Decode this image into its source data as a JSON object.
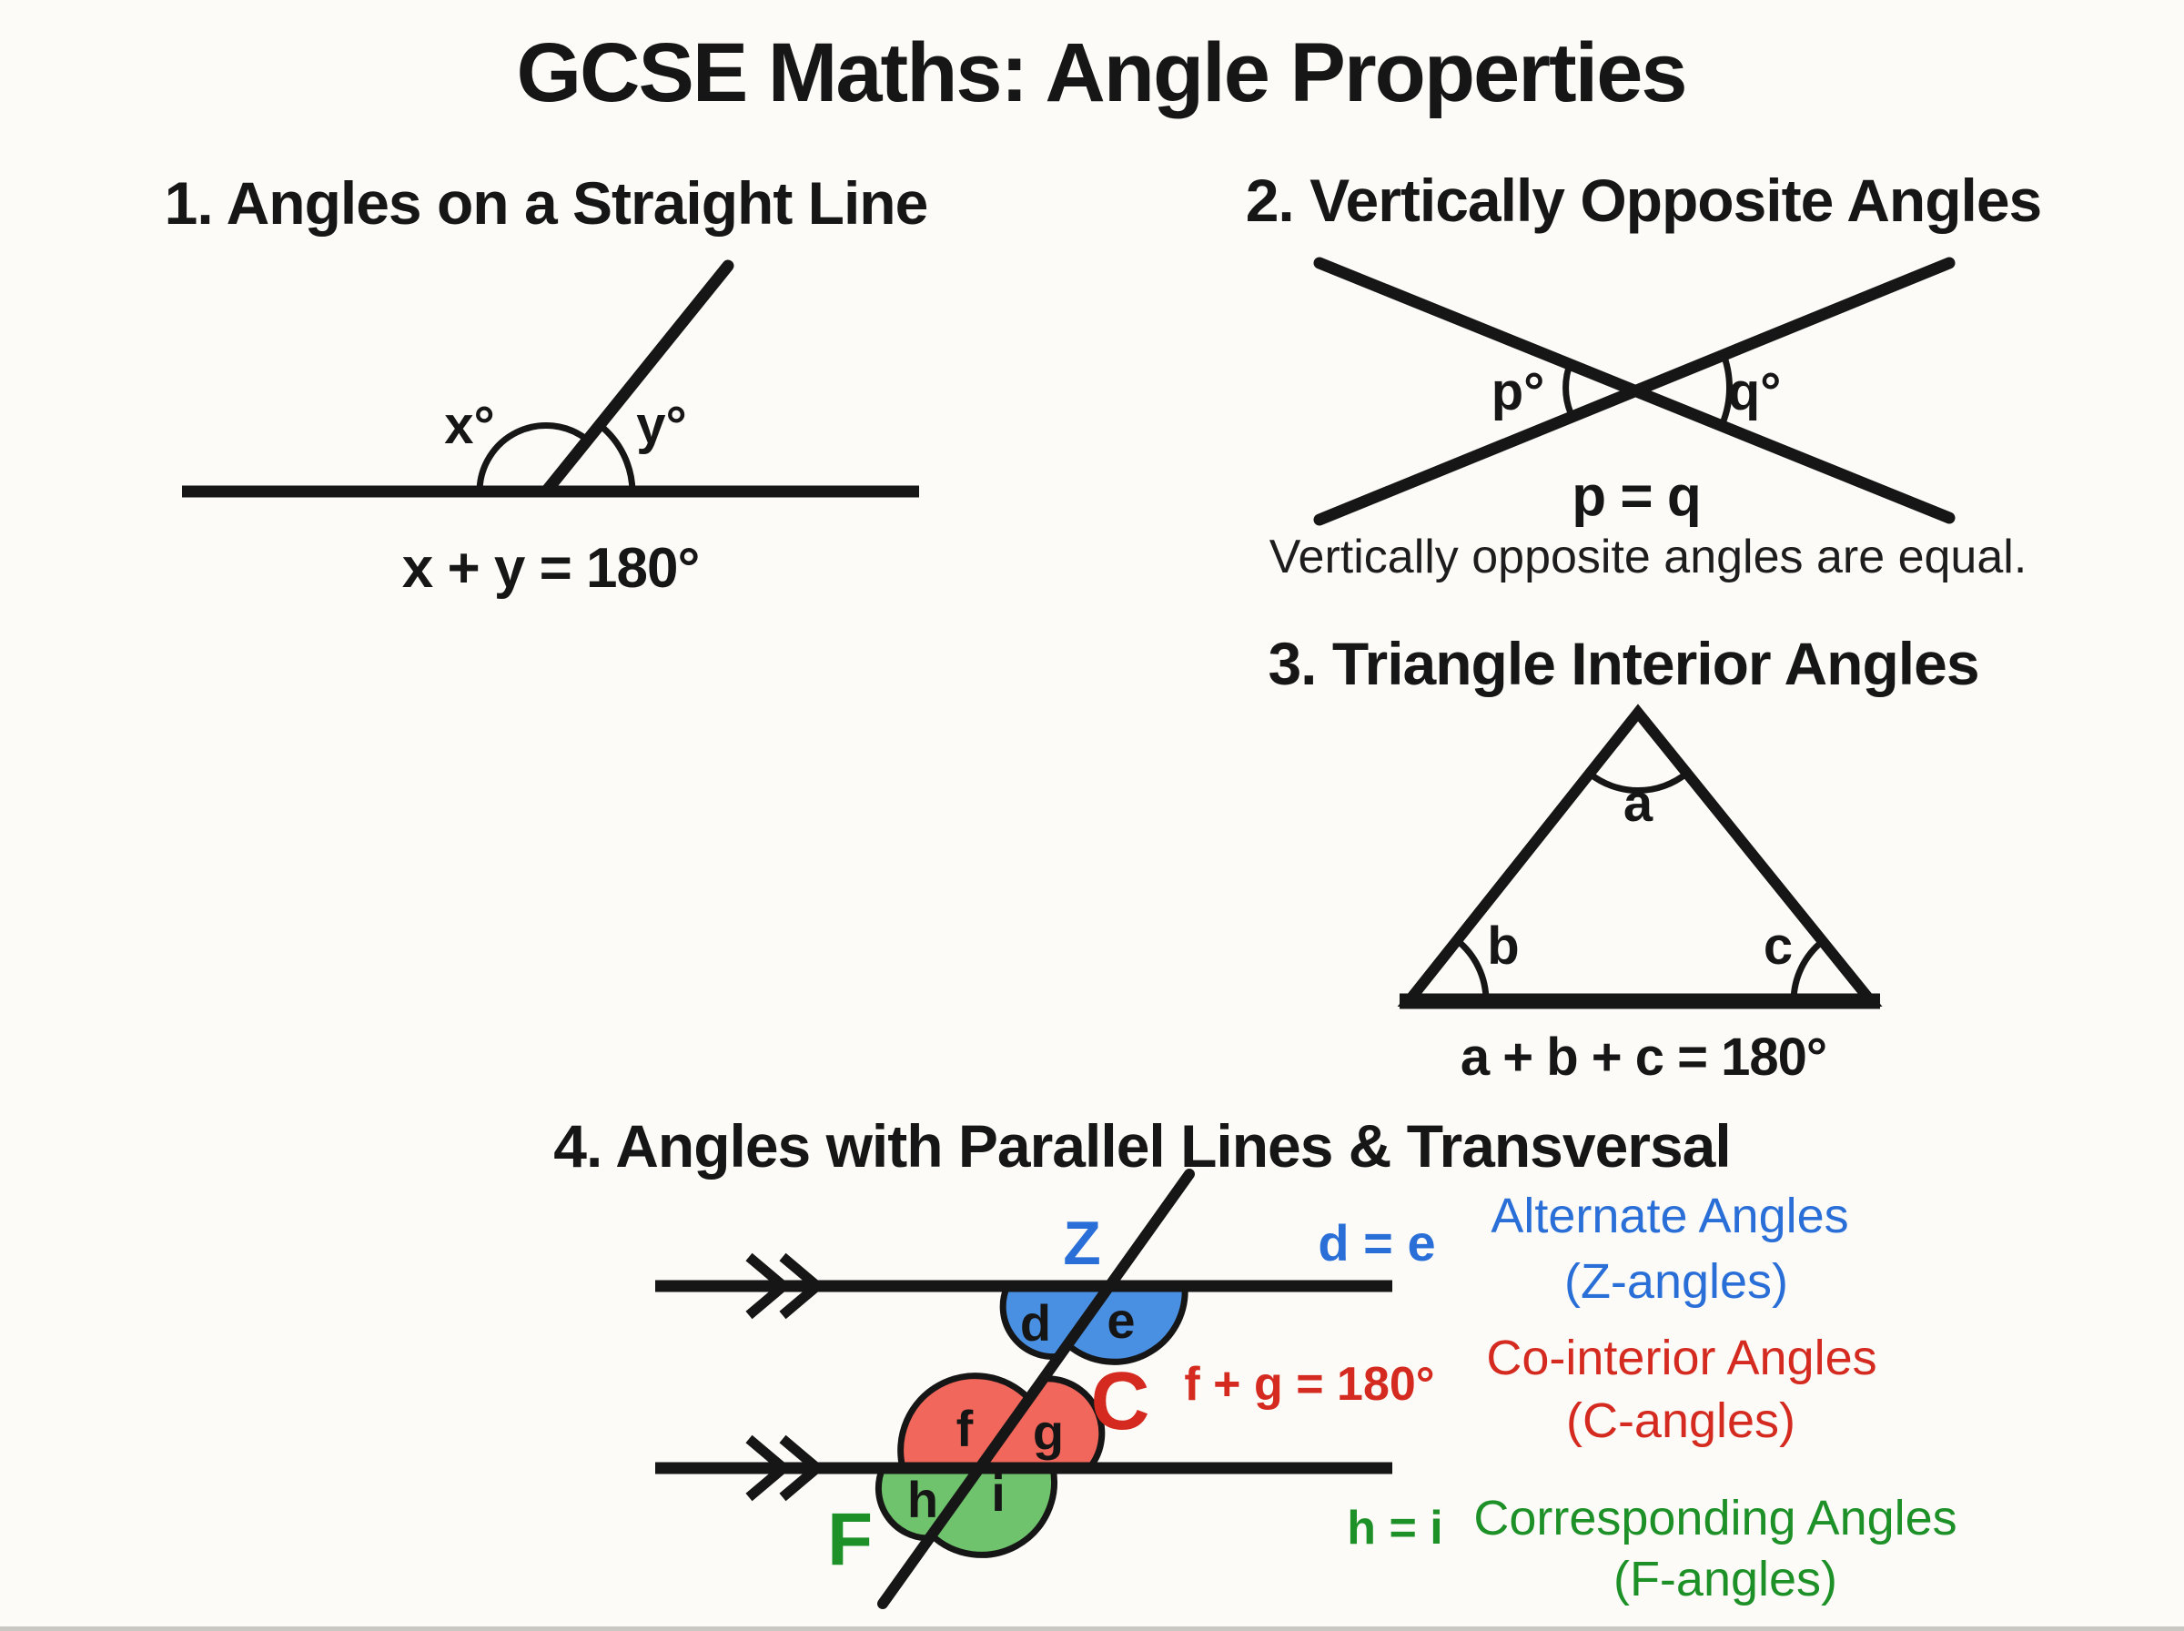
{
  "title": "GCSE Maths: Angle Properties",
  "colors": {
    "blue": "#2a6fd8",
    "red": "#d42a20",
    "green": "#1d9128",
    "blue_fill": "#4a90e2",
    "red_fill": "#f2675b",
    "green_fill": "#6fc36d",
    "ink": "#161616",
    "background": "#fcfbf7"
  },
  "section1": {
    "heading": "1. Angles on a Straight Line",
    "label_x": "x°",
    "label_y": "y°",
    "formula": "x + y = 180°"
  },
  "section2": {
    "heading": "2. Vertically Opposite Angles",
    "label_p": "p°",
    "label_q": "q°",
    "formula": "p = q",
    "caption": "Vertically opposite angles are equal."
  },
  "section3": {
    "heading": "3. Triangle Interior Angles",
    "label_a": "a",
    "label_b": "b",
    "label_c": "c",
    "formula": "a + b + c = 180°"
  },
  "section4": {
    "heading": "4. Angles with Parallel Lines & Transversal",
    "marker_z": "Z",
    "marker_c": "C",
    "marker_f": "F",
    "label_d": "d",
    "label_e": "e",
    "label_f": "f",
    "label_g": "g",
    "label_h": "h",
    "label_i": "i",
    "alternate": {
      "formula": "d = e",
      "name": "Alternate Angles",
      "sub": "(Z-angles)"
    },
    "cointerior": {
      "formula": "f + g = 180°",
      "name": "Co-interior Angles",
      "sub": "(C-angles)"
    },
    "corresponding": {
      "formula": "h = i",
      "name": "Corresponding Angles",
      "sub": "(F-angles)"
    }
  }
}
